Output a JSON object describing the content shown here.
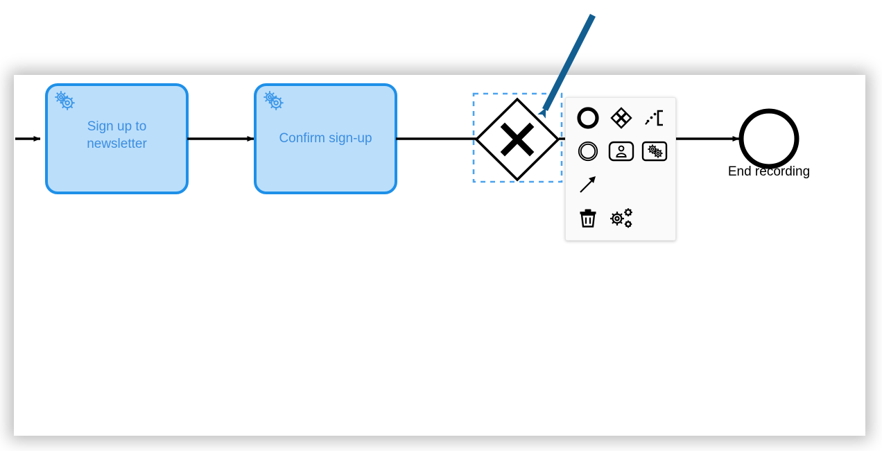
{
  "app": {
    "title": "BPMN process editor canvas",
    "canvas_background": "#ffffff",
    "page_background": "#ffffff"
  },
  "colors": {
    "task_fill": "#bbdefb",
    "task_stroke": "#1e90e8",
    "task_text": "#3c8ee0",
    "connector": "#000000",
    "selection_outline": "#4aa3f0",
    "annotation_arrow": "#125e91",
    "palette_background": "#fafafa",
    "palette_border": "#e6e6e6",
    "icon": "#000000"
  },
  "diagram": {
    "type": "bpmn-process",
    "nodes": [
      {
        "id": "task-1",
        "kind": "service-task",
        "label": "Sign up to\nnewsletter",
        "icon": "gears-icon",
        "selected": false
      },
      {
        "id": "task-2",
        "kind": "service-task",
        "label": "Confirm sign-up",
        "icon": "gears-icon",
        "selected": false
      },
      {
        "id": "gateway-1",
        "kind": "exclusive-gateway",
        "label": "",
        "marker": "X",
        "selected": true
      },
      {
        "id": "end-event-1",
        "kind": "end-event",
        "label": "End recording",
        "selected": false
      }
    ],
    "flows": [
      {
        "from": "canvas-edge",
        "to": "task-1"
      },
      {
        "from": "task-1",
        "to": "task-2"
      },
      {
        "from": "task-2",
        "to": "gateway-1"
      },
      {
        "from": "gateway-1",
        "to": "end-event-1"
      }
    ]
  },
  "annotation": {
    "arrow": {
      "name": "pointer-arrow",
      "color": "#125e91",
      "points_to": "gateway-1"
    }
  },
  "context_pad": {
    "target": "gateway-1",
    "rows": [
      [
        {
          "name": "append-end-event-icon",
          "label": "Append EndEvent"
        },
        {
          "name": "append-gateway-icon",
          "label": "Append Gateway"
        },
        {
          "name": "append-text-annotation-icon",
          "label": "Append TextAnnotation"
        }
      ],
      [
        {
          "name": "append-intermediate-event-icon",
          "label": "Append Intermediate/Boundary Event"
        },
        {
          "name": "append-user-task-icon",
          "label": "Append User Task"
        },
        {
          "name": "append-service-task-icon",
          "label": "Append Service Task"
        }
      ],
      [
        {
          "name": "connect-icon",
          "label": "Connect using Sequence/MessageFlow or Association"
        }
      ],
      [
        {
          "name": "delete-icon",
          "label": "Remove"
        },
        {
          "name": "change-type-icon",
          "label": "Change type"
        }
      ]
    ]
  }
}
